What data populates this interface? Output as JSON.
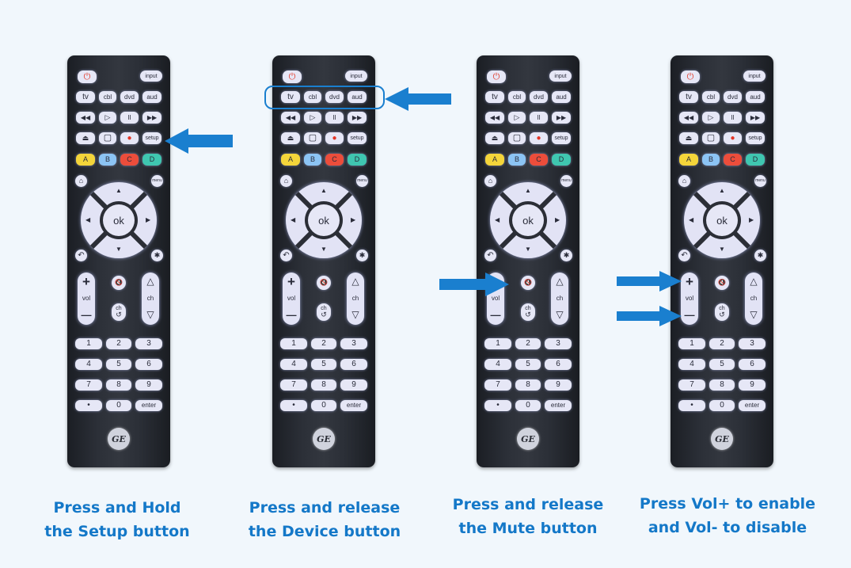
{
  "remote": {
    "power": "⏻",
    "input": "input",
    "devices": [
      "tv",
      "cbl",
      "dvd",
      "aud"
    ],
    "transport": [
      "◀◀",
      "▷",
      "II",
      "▶▶"
    ],
    "row3": [
      "⏏",
      "▢",
      "●",
      "setup"
    ],
    "colors": [
      "A",
      "B",
      "C",
      "D"
    ],
    "home": "⌂",
    "menu": "menu",
    "ok": "ok",
    "back": "↶",
    "star": "✱",
    "vol_plus": "+",
    "vol": "vol",
    "vol_minus": "—",
    "mute": "🔇",
    "ch_up": "△",
    "ch": "ch",
    "ch_down": "▽",
    "ch_prev": "ch",
    "ch_prev_icon": "↺",
    "numbers": [
      "1",
      "2",
      "3",
      "4",
      "5",
      "6",
      "7",
      "8",
      "9",
      "•",
      "0",
      "enter"
    ],
    "logo": "GE"
  },
  "captions": [
    {
      "line1": "Press and Hold",
      "line2": "the Setup button"
    },
    {
      "line1": "Press and release",
      "line2": "the Device button"
    },
    {
      "line1": "Press and release",
      "line2": "the Mute button"
    },
    {
      "line1": "Press Vol+ to enable",
      "line2": "and Vol- to disable"
    }
  ],
  "colors": {
    "accent": "#1a7fcf",
    "caption": "#1478c8",
    "background": "#f1f7fc"
  }
}
